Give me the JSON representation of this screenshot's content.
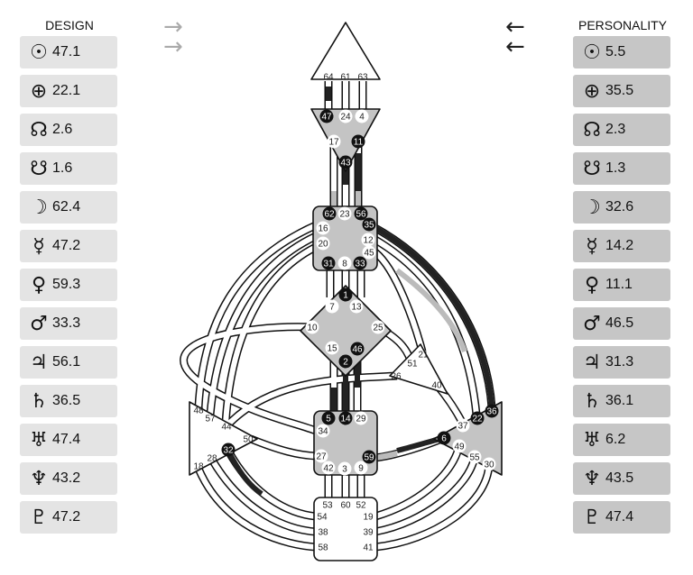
{
  "design": {
    "title": "DESIGN",
    "planets": [
      {
        "icon": "sun-icon",
        "glyph": "☉",
        "value": "47.1"
      },
      {
        "icon": "earth-icon",
        "glyph": "⊕",
        "value": "22.1"
      },
      {
        "icon": "north-node-icon",
        "glyph": "☊",
        "value": "2.6"
      },
      {
        "icon": "south-node-icon",
        "glyph": "☋",
        "value": "1.6"
      },
      {
        "icon": "moon-icon",
        "glyph": "☽",
        "value": "62.4"
      },
      {
        "icon": "mercury-icon",
        "glyph": "☿",
        "value": "47.2"
      },
      {
        "icon": "venus-icon",
        "glyph": "♀",
        "value": "59.3"
      },
      {
        "icon": "mars-icon",
        "glyph": "♂",
        "value": "33.3"
      },
      {
        "icon": "jupiter-icon",
        "glyph": "♃",
        "value": "56.1"
      },
      {
        "icon": "saturn-icon",
        "glyph": "♄",
        "value": "36.5"
      },
      {
        "icon": "uranus-icon",
        "glyph": "♅",
        "value": "47.4"
      },
      {
        "icon": "neptune-icon",
        "glyph": "♆",
        "value": "43.2"
      },
      {
        "icon": "pluto-icon",
        "glyph": "♇",
        "value": "47.2"
      }
    ]
  },
  "personality": {
    "title": "PERSONALITY",
    "planets": [
      {
        "icon": "sun-icon",
        "glyph": "☉",
        "value": "5.5"
      },
      {
        "icon": "earth-icon",
        "glyph": "⊕",
        "value": "35.5"
      },
      {
        "icon": "north-node-icon",
        "glyph": "☊",
        "value": "2.3"
      },
      {
        "icon": "south-node-icon",
        "glyph": "☋",
        "value": "1.3"
      },
      {
        "icon": "moon-icon",
        "glyph": "☽",
        "value": "32.6"
      },
      {
        "icon": "mercury-icon",
        "glyph": "☿",
        "value": "14.2"
      },
      {
        "icon": "venus-icon",
        "glyph": "♀",
        "value": "11.1"
      },
      {
        "icon": "mars-icon",
        "glyph": "♂",
        "value": "46.5"
      },
      {
        "icon": "jupiter-icon",
        "glyph": "♃",
        "value": "31.3"
      },
      {
        "icon": "saturn-icon",
        "glyph": "♄",
        "value": "36.1"
      },
      {
        "icon": "uranus-icon",
        "glyph": "♅",
        "value": "6.2"
      },
      {
        "icon": "neptune-icon",
        "glyph": "♆",
        "value": "43.5"
      },
      {
        "icon": "pluto-icon",
        "glyph": "♇",
        "value": "47.4"
      }
    ]
  },
  "arrows": {
    "left": "→",
    "right": "←"
  },
  "colors": {
    "design_bg": "#e4e4e4",
    "personality_bg": "#c6c6c6",
    "defined": "#c4c4c4",
    "active": "#111111"
  },
  "gates": {
    "64": false,
    "61": false,
    "63": false,
    "47": true,
    "24": false,
    "4": false,
    "17": false,
    "11": true,
    "43": true,
    "62": true,
    "23": false,
    "56": true,
    "35": true,
    "16": false,
    "12": false,
    "20": false,
    "45": false,
    "31": true,
    "8": false,
    "33": true,
    "1": true,
    "7": false,
    "13": false,
    "10": false,
    "25": false,
    "15": false,
    "46": true,
    "2": true,
    "21": false,
    "51": false,
    "26": false,
    "40": false,
    "5": true,
    "14": true,
    "29": false,
    "34": false,
    "27": false,
    "59": true,
    "42": false,
    "3": false,
    "9": false,
    "48": false,
    "57": false,
    "44": false,
    "50": false,
    "32": true,
    "28": false,
    "18": false,
    "36": true,
    "22": true,
    "37": false,
    "6": true,
    "49": false,
    "55": false,
    "30": false,
    "53": false,
    "60": false,
    "52": false,
    "54": false,
    "19": false,
    "38": false,
    "39": false,
    "58": false,
    "41": false
  }
}
